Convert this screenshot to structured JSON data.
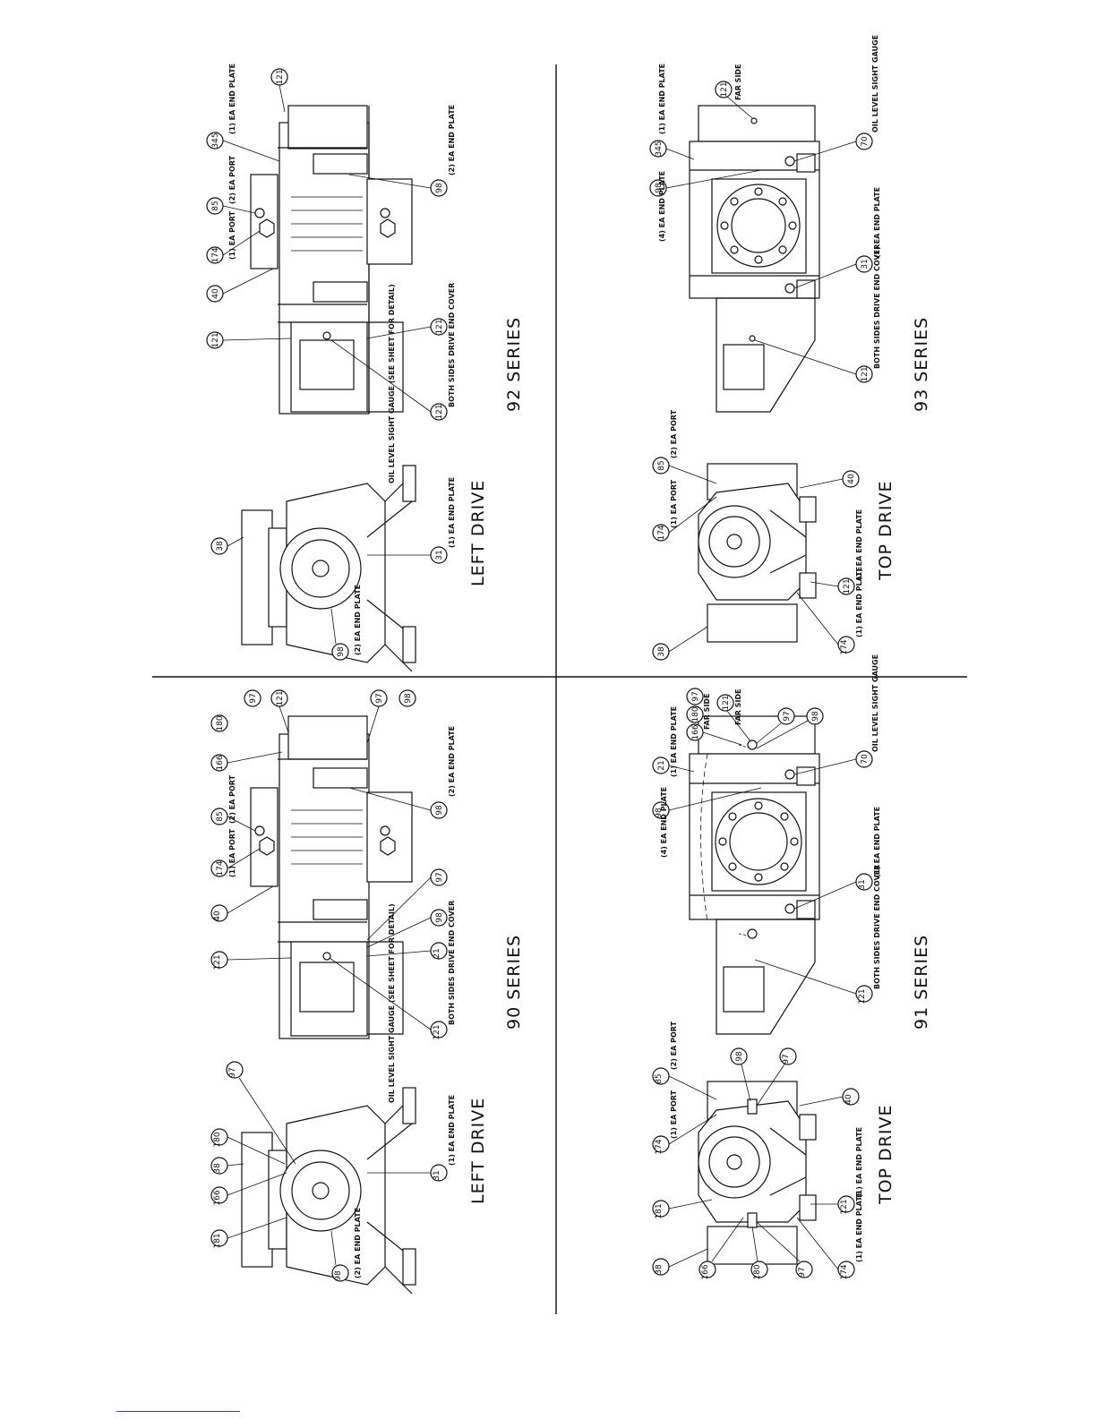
{
  "footer": {
    "link_color": "#3a3ad8"
  },
  "quadrants": [
    {
      "id": "q92",
      "series_caption": "92 SERIES",
      "view_caption": "LEFT DRIVE",
      "callouts": [
        "121",
        "345",
        "85",
        "174",
        "40",
        "121",
        "121",
        "98",
        "121",
        "38",
        "98",
        "31"
      ],
      "notes": [
        "(1) EA END PLATE",
        "(2) EA PORT",
        "(1) EA PORT",
        "(2) EA END PLATE",
        "BOTH SIDES DRIVE END COVER",
        "OIL LEVEL SIGHT GAUGE (SEE SHEET FOR DETAIL)",
        "(1) EA END PLATE",
        "(2) EA END PLATE"
      ]
    },
    {
      "id": "q93",
      "series_caption": "93 SERIES",
      "view_caption": "TOP DRIVE",
      "callouts": [
        "121",
        "345",
        "98",
        "70",
        "31",
        "121",
        "85",
        "174",
        "40",
        "121",
        "174",
        "38"
      ],
      "notes": [
        "FAR SIDE",
        "(1) EA END PLATE",
        "(4) EA END PLATE",
        "OIL LEVEL SIGHT GAUGE",
        "(1) EA END PLATE",
        "BOTH SIDES DRIVE END COVER",
        "(2) EA PORT",
        "(1) EA PORT",
        "(1) EA END PLATE",
        "(1) EA END PLATE"
      ]
    },
    {
      "id": "q90",
      "series_caption": "90 SERIES",
      "view_caption": "LEFT DRIVE",
      "callouts": [
        "97",
        "121",
        "97",
        "98",
        "180",
        "166",
        "85",
        "174",
        "40",
        "98",
        "97",
        "98",
        "121",
        "21",
        "121",
        "97",
        "180",
        "38",
        "166",
        "181",
        "98",
        "31"
      ],
      "notes": [
        "(2) EA PORT",
        "(1) EA PORT",
        "(2) EA END PLATE",
        "BOTH SIDES DRIVE END COVER",
        "OIL LEVEL SIGHT GAUGE (SEE SHEET FOR DETAIL)",
        "(2) EA END PLATE",
        "(1) EA END PLATE"
      ]
    },
    {
      "id": "q91",
      "series_caption": "91 SERIES",
      "view_caption": "TOP DRIVE",
      "callouts": [
        "97",
        "180",
        "166",
        "121",
        "97",
        "98",
        "21",
        "70",
        "98",
        "31",
        "121",
        "85",
        "98",
        "97",
        "174",
        "40",
        "181",
        "38",
        "166",
        "180",
        "97",
        "121",
        "174"
      ],
      "notes": [
        "FAR SIDE",
        "FAR SIDE",
        "(1) EA END PLATE",
        "OIL LEVEL SIGHT GAUGE",
        "(4) EA END PLATE",
        "(1) EA END PLATE",
        "BOTH SIDES DRIVE END COVER",
        "(2) EA PORT",
        "(1) EA PORT",
        "(1) EA END PLATE",
        "(1) EA END PLATE"
      ]
    }
  ]
}
